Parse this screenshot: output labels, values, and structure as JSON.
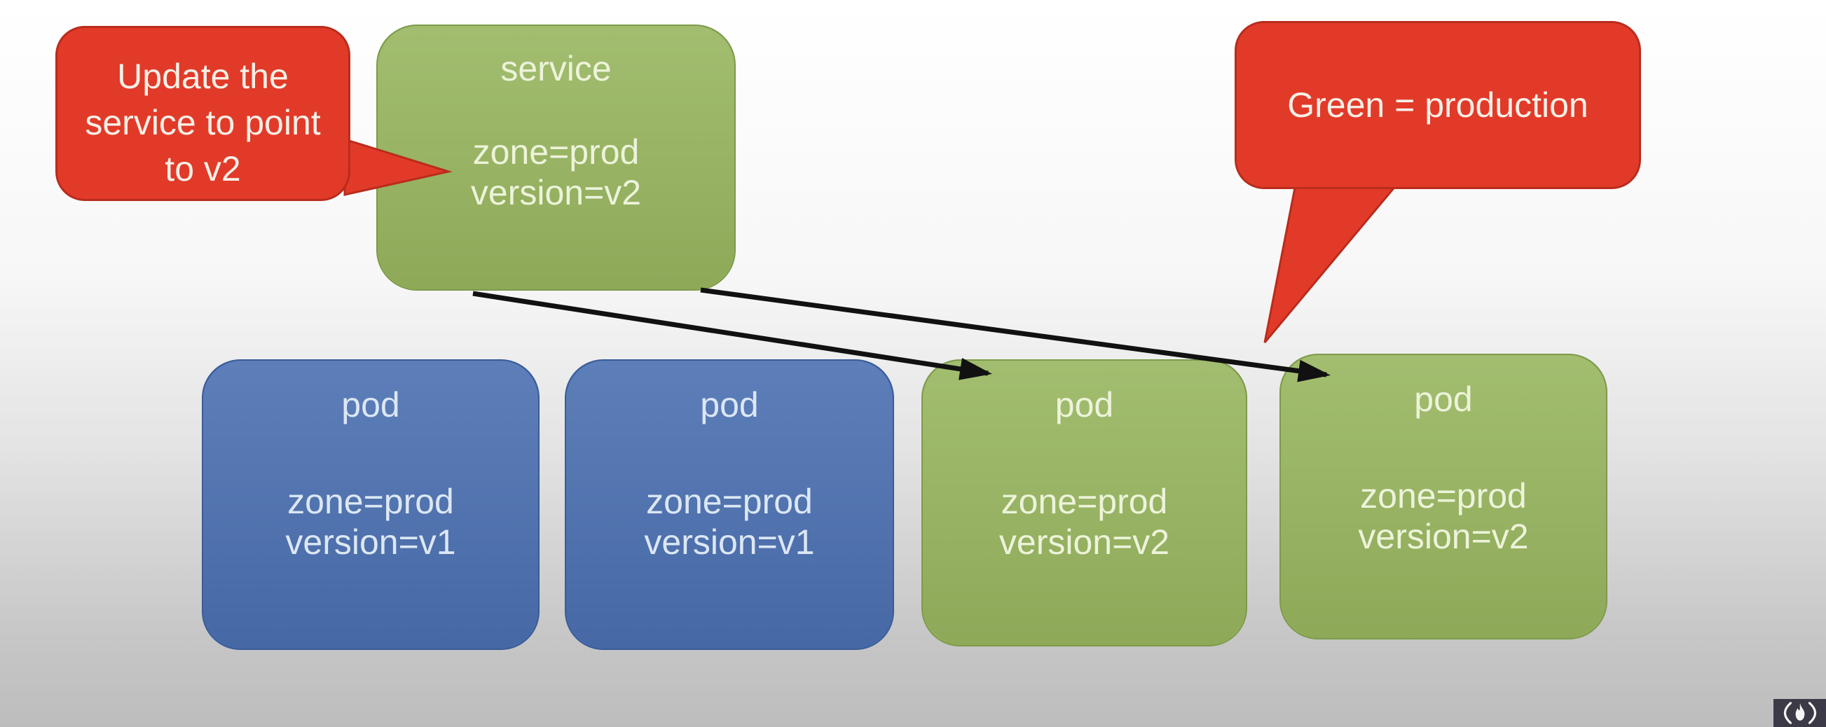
{
  "colors": {
    "background_top": "#ffffff",
    "background_bottom": "#bdbdbd",
    "red": "#e23a29",
    "red_border": "#b92c1c",
    "green": "#98b65f",
    "green_border": "#7d9a4b",
    "blue": "#4b70b1",
    "blue_border": "#3a5c99",
    "text_on_red": "#f7f0e7",
    "text_on_green": "#edf3da",
    "text_on_blue": "#dce7f4",
    "arrow": "#111111",
    "logo_bg": "#3b3a46",
    "logo_fg": "#f5f5f5"
  },
  "callouts": {
    "update": {
      "lines": [
        "Update the",
        "service to point",
        "to v2"
      ]
    },
    "green_prod": {
      "text": "Green = production"
    }
  },
  "service_box": {
    "title": "service",
    "labels": [
      "zone=prod",
      "version=v2"
    ]
  },
  "pods": [
    {
      "title": "pod",
      "labels": [
        "zone=prod",
        "version=v1"
      ],
      "color": "blue"
    },
    {
      "title": "pod",
      "labels": [
        "zone=prod",
        "version=v1"
      ],
      "color": "blue"
    },
    {
      "title": "pod",
      "labels": [
        "zone=prod",
        "version=v2"
      ],
      "color": "green"
    },
    {
      "title": "pod",
      "labels": [
        "zone=prod",
        "version=v2"
      ],
      "color": "green"
    }
  ],
  "icons": {
    "watermark": "flame-in-parentheses-icon"
  }
}
